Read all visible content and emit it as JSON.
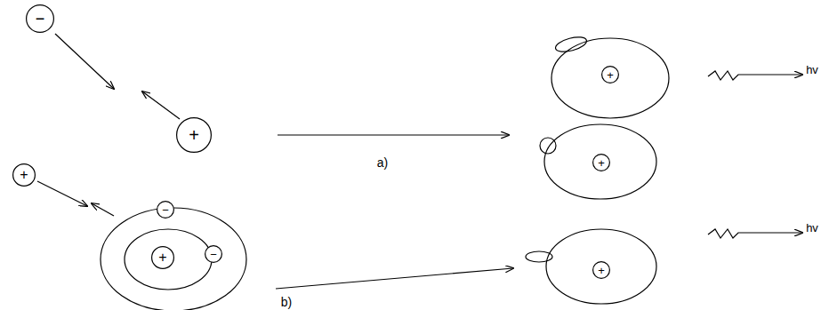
{
  "diagram": {
    "nodes": [
      {
        "text": [
          "−"
        ]
      },
      {
        "text": [
          "+"
        ]
      },
      {
        "text": [
          "+"
        ]
      },
      {
        "text": [
          "+"
        ]
      },
      {
        "text": [
          "−"
        ]
      },
      {
        "text": [
          "−"
        ]
      },
      {
        "text": [
          "+"
        ]
      },
      {
        "text": [
          "+"
        ]
      },
      {
        "text": [
          "+"
        ]
      }
    ],
    "labels": [
      "a)",
      "b)",
      "hv",
      "hv"
    ]
  }
}
